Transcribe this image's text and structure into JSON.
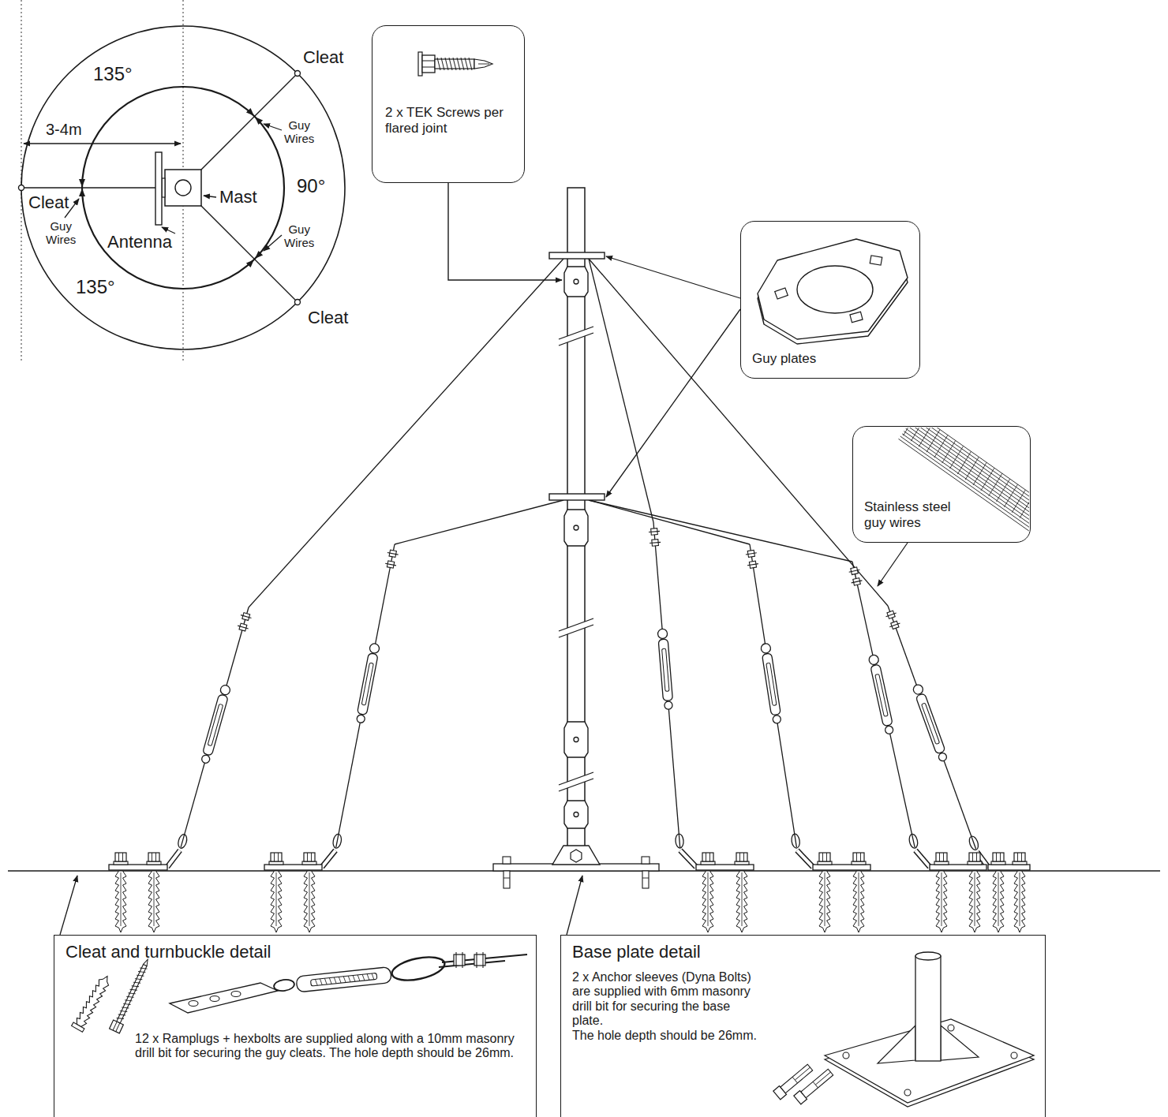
{
  "diagram": {
    "nodes": [
      {
        "text": [
          "2 x TEK Screws per flared joint"
        ]
      },
      {
        "text": [
          "Guy plates"
        ]
      },
      {
        "text": [
          "Stainless steel guy wires"
        ]
      },
      {
        "text": [
          "Cleat and turnbuckle detail",
          "12 x Ramplugs + hexbolts are supplied along with a 10mm masonry drill bit for securing the guy cleats. The hole depth should be 26mm."
        ]
      },
      {
        "text": [
          "Base plate detail",
          "2 x Anchor sleeves (Dyna Bolts) are supplied with 6mm masonry drill bit for securing the base plate.",
          "The hole depth should be 26mm."
        ]
      }
    ],
    "labels": [
      "Cleat",
      "135°",
      "3-4m",
      "Guy Wires",
      "90°",
      "Cleat",
      "Mast",
      "Guy Wires",
      "Antenna",
      "Guy Wires",
      "135°",
      "Cleat"
    ]
  }
}
